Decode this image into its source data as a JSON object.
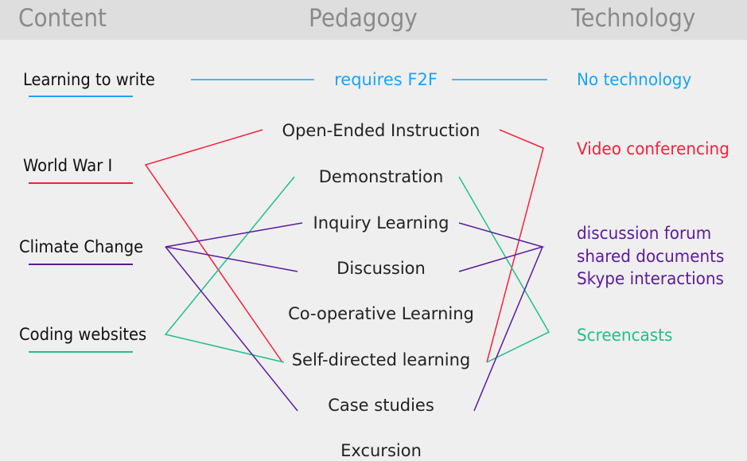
{
  "headers": {
    "content": "Content",
    "pedagogy": "Pedagogy",
    "technology": "Technology"
  },
  "colors": {
    "blue": "#1aa3f5",
    "red": "#f5203c",
    "purple": "#5b1a9c",
    "green": "#1fbf8c",
    "header_bg": "#dedede",
    "background": "#efefef"
  },
  "content": [
    "Learning to write",
    "World War I",
    "Climate Change",
    "Coding websites"
  ],
  "pedagogy": [
    "requires F2F",
    "Open-Ended Instruction",
    "Demonstration",
    "Inquiry Learning",
    "Discussion",
    "Co-operative Learning",
    "Self-directed learning",
    "Case studies",
    "Excursion"
  ],
  "technology": [
    "No technology",
    "Video conferencing",
    "discussion forum",
    "shared documents",
    "Skype interactions",
    "Screencasts"
  ],
  "connections": [
    {
      "content": "Learning to write",
      "pedagogy": [
        "requires F2F"
      ],
      "technology": [
        "No technology"
      ],
      "color": "blue"
    },
    {
      "content": "World War I",
      "pedagogy": [
        "Open-Ended Instruction",
        "Self-directed learning"
      ],
      "technology": [
        "Video conferencing"
      ],
      "color": "red"
    },
    {
      "content": "Climate Change",
      "pedagogy": [
        "Inquiry Learning",
        "Discussion",
        "Case studies"
      ],
      "technology": [
        "discussion forum",
        "shared documents",
        "Skype interactions"
      ],
      "color": "purple"
    },
    {
      "content": "Coding websites",
      "pedagogy": [
        "Demonstration",
        "Self-directed learning"
      ],
      "technology": [
        "Screencasts"
      ],
      "color": "green"
    }
  ]
}
